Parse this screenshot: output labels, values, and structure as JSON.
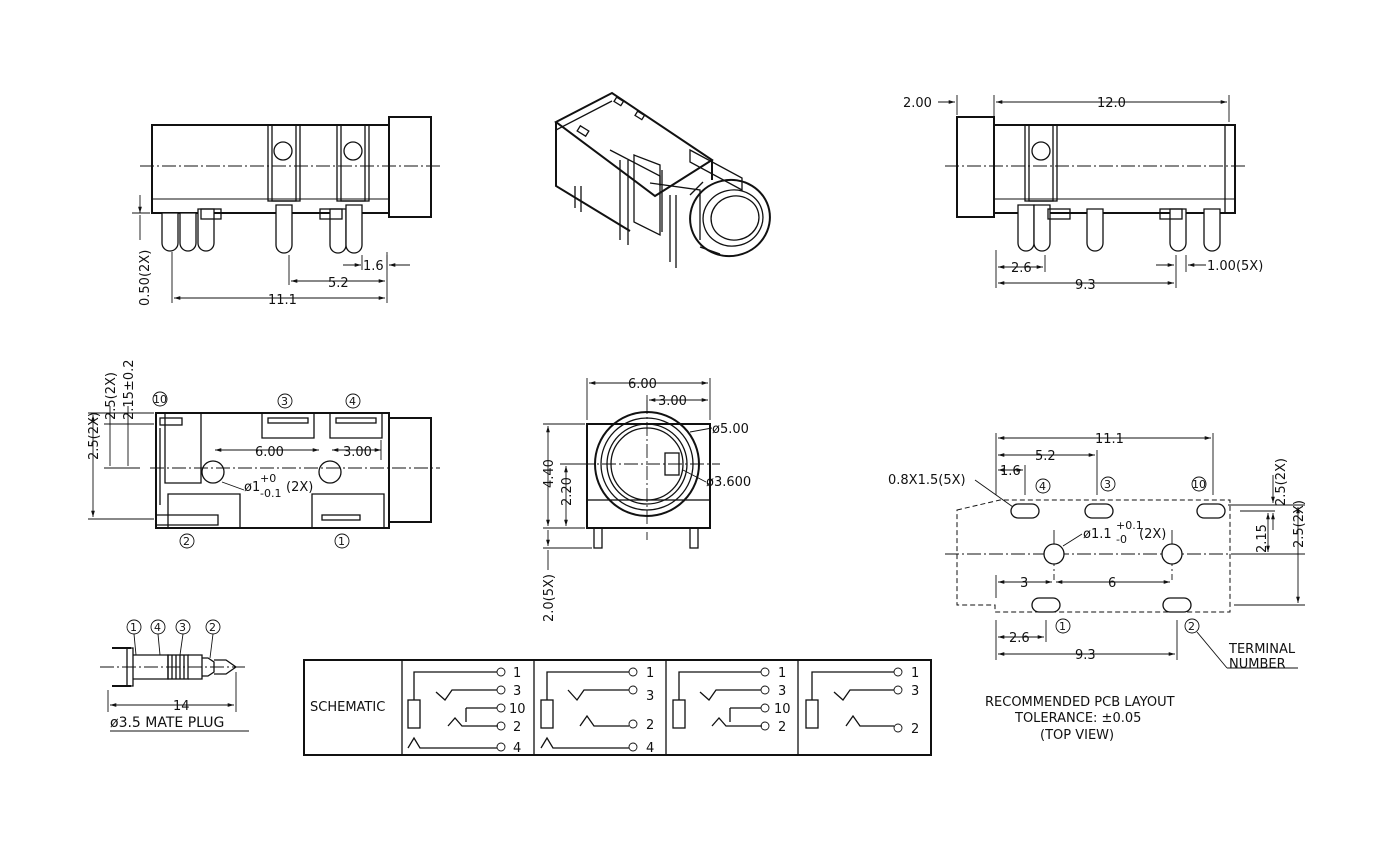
{
  "views": {
    "left_side": {
      "dim_pin_height": "0.50(2X)",
      "dim_1_6": "1.6",
      "dim_5_2": "5.2",
      "dim_11_1": "11.1"
    },
    "right_side": {
      "dim_2_00": "2.00",
      "dim_12_0": "12.0",
      "dim_2_6": "2.6",
      "dim_1_00": "1.00(5X)",
      "dim_9_3": "9.3"
    },
    "top_view": {
      "dim_2_5_2x": "2.5(2X)",
      "dim_2_15": "2.15±0.2",
      "dim_2_5_left": "2.5(2X)",
      "dim_6_00": "6.00",
      "dim_3_00": "3.00",
      "hole_label_main": "ø1",
      "hole_tol_upper": "+0",
      "hole_tol_lower": "-0.1",
      "hole_count": "(2X)",
      "terminals": {
        "t10": "10",
        "t3": "3",
        "t4": "4",
        "t2": "2",
        "t1": "1"
      }
    },
    "front_view": {
      "dim_6_00": "6.00",
      "dim_3_00": "3.00",
      "dim_5_00": "ø5.00",
      "dim_3_600": "ø3.600",
      "dim_4_40": "4.40",
      "dim_2_20": "2.20",
      "dim_2_0": "2.0(5X)"
    },
    "plug": {
      "labels": [
        "1",
        "4",
        "3",
        "2"
      ],
      "dim_14": "14",
      "caption": "ø3.5 MATE PLUG"
    },
    "schematic": {
      "title": "SCHEMATIC",
      "blocks": [
        {
          "pins": [
            "1",
            "3",
            "10",
            "2",
            "4"
          ]
        },
        {
          "pins": [
            "1",
            "3",
            "2",
            "4"
          ]
        },
        {
          "pins": [
            "1",
            "3",
            "10",
            "2"
          ]
        },
        {
          "pins": [
            "1",
            "3",
            "2"
          ]
        }
      ]
    },
    "pcb": {
      "dim_11_1": "11.1",
      "dim_5_2": "5.2",
      "dim_1_6": "1.6",
      "dim_slot": "0.8X1.5(5X)",
      "dim_2_5_top": "2.5(2X)",
      "dim_2_15": "2.15",
      "dim_2_5_right": "2.5(2X)",
      "hole_main": "ø1.1",
      "hole_tol_upper": "+0.1",
      "hole_tol_lower": "-0",
      "hole_count": "(2X)",
      "dim_3": "3",
      "dim_6": "6",
      "dim_2_6": "2.6",
      "dim_9_3": "9.3",
      "terminals": {
        "t4": "4",
        "t3": "3",
        "t10": "10",
        "t1": "1",
        "t2": "2"
      },
      "terminal_note_1": "TERMINAL",
      "terminal_note_2": "NUMBER",
      "note_1": "RECOMMENDED PCB LAYOUT",
      "note_2": "TOLERANCE: ±0.05",
      "note_3": "(TOP VIEW)"
    }
  }
}
